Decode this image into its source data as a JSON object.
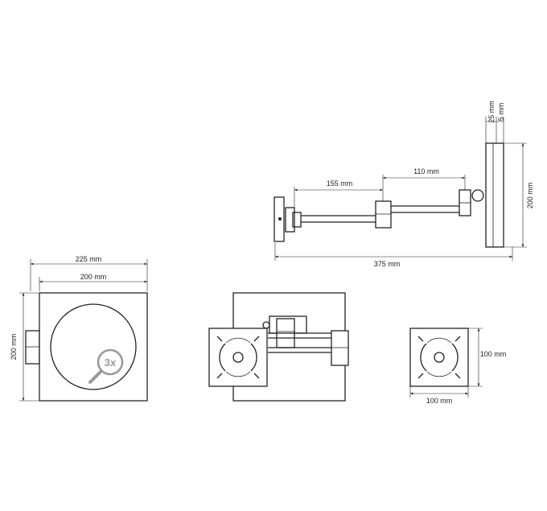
{
  "dimensions": {
    "top_25": "25 mm",
    "top_5": "5 mm",
    "side_200": "200 mm",
    "arm_155": "155 mm",
    "arm_110": "110 mm",
    "total_375": "375 mm",
    "front_225": "225 mm",
    "front_200": "200 mm",
    "front_height_200": "200 mm",
    "small_height_100": "100 mm",
    "small_width_100": "100 mm"
  },
  "badge": {
    "magnification": "3x"
  },
  "colors": {
    "line": "#222222",
    "background": "#ffffff",
    "badge": "#9a9a9a"
  }
}
